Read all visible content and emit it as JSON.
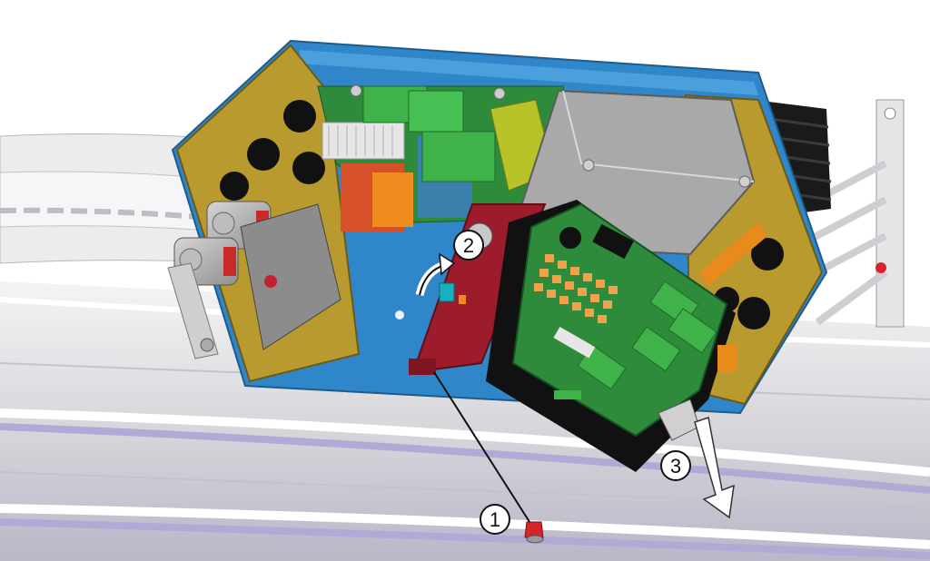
{
  "callouts": [
    {
      "id": "1",
      "label": "1"
    },
    {
      "id": "2",
      "label": "2"
    },
    {
      "id": "3",
      "label": "3"
    }
  ],
  "colors": {
    "housing_blue": "#2f86c8",
    "end_plate": "#b99a2e",
    "pcb_green": "#2e8b3c",
    "terminal_green": "#3fb24a",
    "red_flap": "#9c1c2c",
    "heatsink": "#1a1a1a",
    "rail": "#d9d9dc",
    "rail_shadow": "#a59fc2"
  },
  "icons": [
    "rotate-arrow-icon",
    "down-arrow-icon",
    "screw-icon"
  ]
}
